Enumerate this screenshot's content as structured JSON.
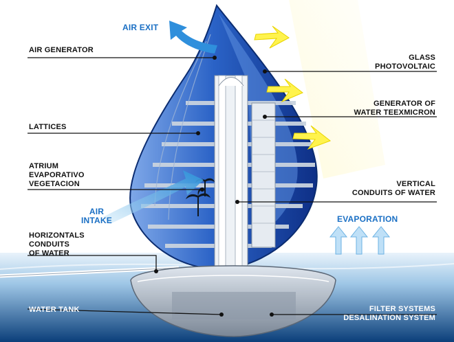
{
  "colors": {
    "sky_blue": "#1a6fc4",
    "sun_yellow": "#fff34d",
    "sea_top": "#cde4f4",
    "sea_deep": "#0b3f7a",
    "tower_blue": "#1e56b8"
  },
  "labels": {
    "air_exit": "AIR EXIT",
    "air_generator": "AIR GENERATOR",
    "glass_photovoltaic": "GLASS\nPHOTOVOLTAIC",
    "generator_water": "GENERATOR OF\nWATER TEEXMICRON",
    "lattices": "LATTICES",
    "atrium": "ATRIUM\nEVAPORATIVO\nVEGETACION",
    "vertical_conduits": "VERTICAL\nCONDUITS OF WATER",
    "air_intake": "AIR\nINTAKE",
    "evaporation": "EVAPORATION",
    "horizontal_conduits": "HORIZONTALS\nCONDUITS\nOF WATER",
    "water_tank": "WATER TANK",
    "filter_systems": "FILTER SYSTEMS\nDESALINATION SYSTEM"
  },
  "icons": [
    "sun-ray-arrow-icon",
    "air-flow-arrow-icon",
    "evaporation-arrow-icon",
    "palm-tree-icon"
  ]
}
